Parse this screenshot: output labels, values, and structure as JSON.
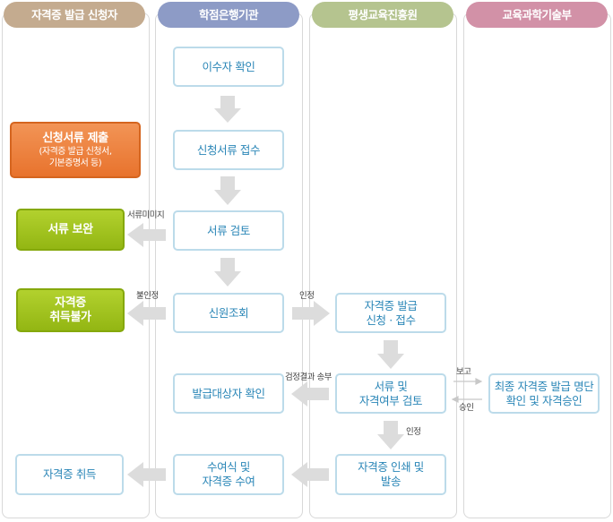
{
  "lanes": {
    "applicant": "자격증 발급 신청자",
    "bank": "학점은행기관",
    "institute": "평생교육진흥원",
    "ministry": "교육과학기술부"
  },
  "colors": {
    "applicant": "#c4ab8f",
    "bank": "#8d9bc6",
    "institute": "#b5c48f",
    "ministry": "#d291a7"
  },
  "steps": {
    "confirm_completer": "이수자 확인",
    "receive_documents": "신청서류 접수",
    "review_documents": "서류 검토",
    "identity_check": "신원조회",
    "confirm_recipient": "발급대상자 확인",
    "award_ceremony_line1": "수여식 및",
    "award_ceremony_line2": "자격증 수여",
    "submit_documents": "신청서류 제출",
    "submit_documents_sub1": "(자격증 발급 신청서,",
    "submit_documents_sub2": "기본증명서 등)",
    "supplement_documents": "서류 보완",
    "ineligible_line1": "자격증",
    "ineligible_line2": "취득불가",
    "acquire_certificate": "자격증 취득",
    "apply_receive_line1": "자격증 발급",
    "apply_receive_line2": "신청 · 접수",
    "doc_review_line1": "서류 및",
    "doc_review_line2": "자격여부 검토",
    "print_issue_line1": "자격증 인쇄 및",
    "print_issue_line2": "발송",
    "final_approval_line1": "최종 자격증 발급 명단",
    "final_approval_line2": "확인 및 자격승인"
  },
  "labels": {
    "document_incomplete": "서류미미지",
    "not_approved": "불인정",
    "approved_right": "인정",
    "send_result": "검정결과 송부",
    "report": "보고",
    "approve": "승인",
    "approved_down": "인정"
  }
}
